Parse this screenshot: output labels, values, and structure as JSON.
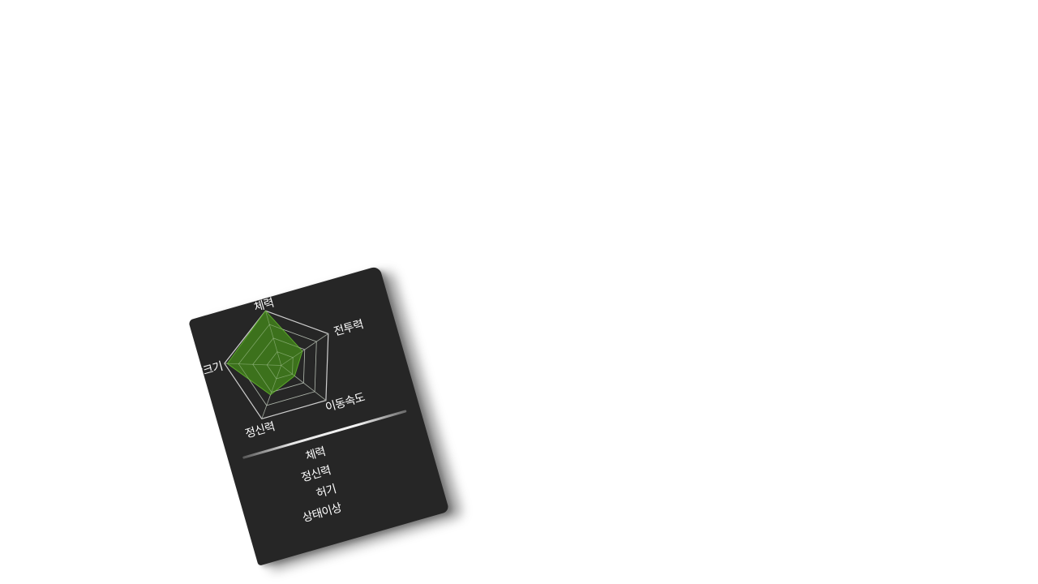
{
  "status_card": {
    "radar": {
      "axes": [
        "체력",
        "전투력",
        "이동속도",
        "정신력",
        "가방크기"
      ],
      "values": [
        1.0,
        0.45,
        0.3,
        0.55,
        0.95
      ],
      "max": 1.0,
      "rings": 4,
      "fill_color": "#3f7a1c",
      "stroke_color": "#5aa52a"
    },
    "stats": [
      "체력",
      "정신력",
      "허기",
      "상태이상"
    ]
  }
}
